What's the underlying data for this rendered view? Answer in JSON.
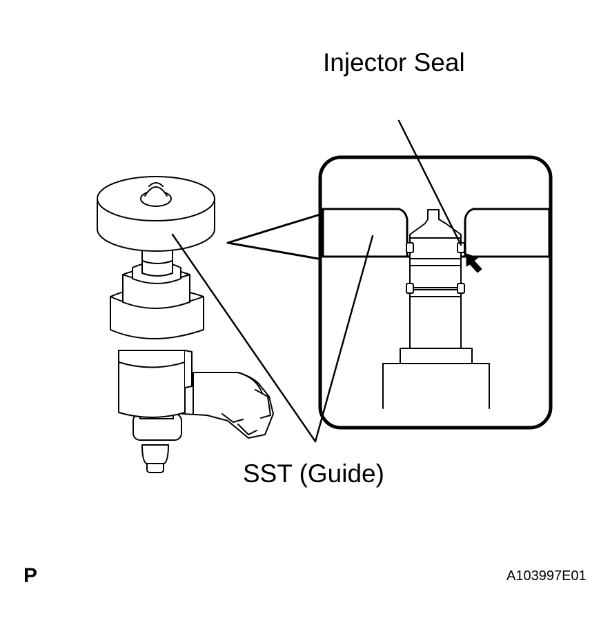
{
  "labels": {
    "injector_seal": "Injector Seal",
    "sst_guide": "SST (Guide)",
    "corner_mark": "P",
    "figure_code": "A103997E01"
  },
  "colors": {
    "line": "#000000",
    "background": "#ffffff"
  }
}
